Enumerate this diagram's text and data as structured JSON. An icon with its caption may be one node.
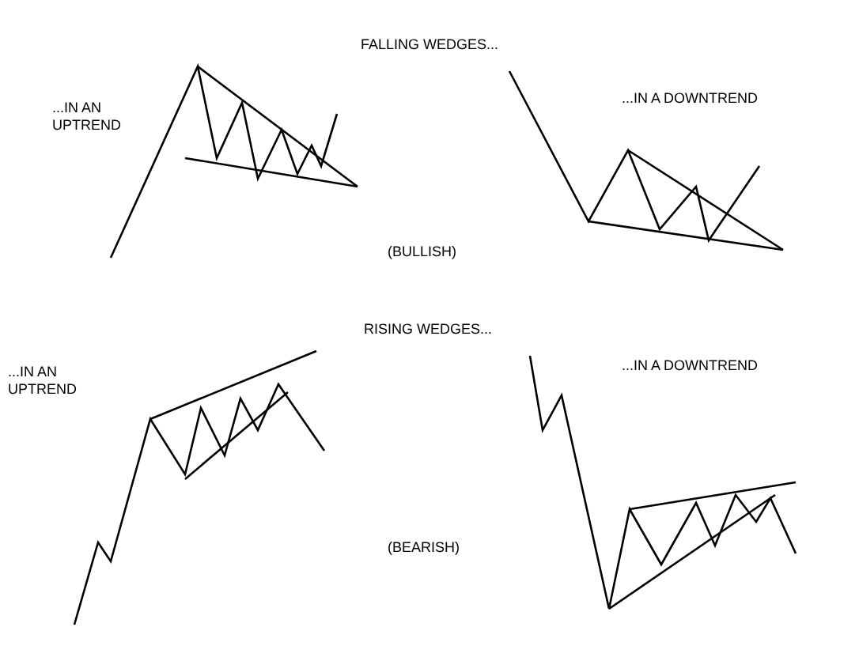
{
  "diagram": {
    "labels": [
      "FALLING WEDGES...",
      "...IN AN UPTREND",
      "...IN A DOWNTREND",
      "(BULLISH)",
      "RISING WEDGES...",
      "...IN AN UPTREND",
      "...IN A DOWNTREND",
      "(BEARISH)"
    ]
  }
}
